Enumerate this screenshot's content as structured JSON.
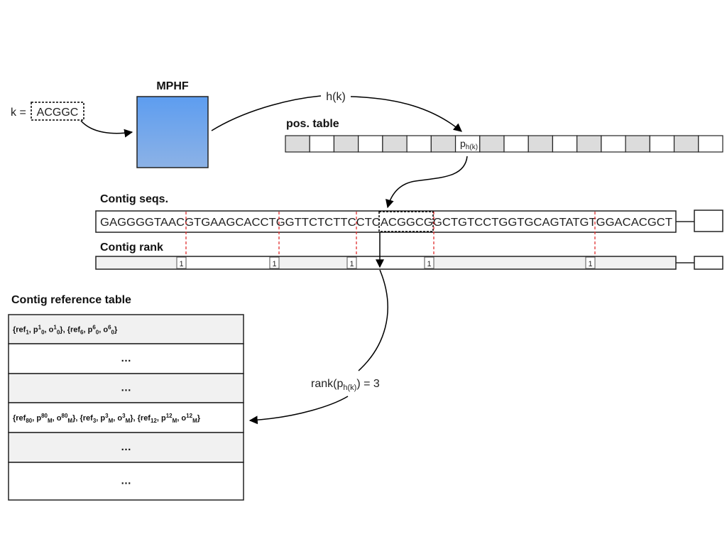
{
  "query": {
    "prefix": "k = ",
    "kmer": "ACGGC"
  },
  "mphf": {
    "title": "MPHF",
    "gradient_top": "#5d9df0",
    "gradient_bottom": "#8cb2e6"
  },
  "hash_label": "h(k)",
  "pos_table": {
    "title": "pos. table",
    "pointer_base": "p",
    "pointer_sub": "h(k)",
    "shaded_color": "#dcdcdc"
  },
  "contig_seqs": {
    "title": "Contig seqs.",
    "sequence": "GAGGGGTAACGTGAAGCACCTGGTTCTCTTCCTCACGGCGGCTGTCCTGGTGCAGTATGTGGACACGCT",
    "boundary_color": "#e03030"
  },
  "contig_rank": {
    "title": "Contig rank",
    "bit": "1",
    "fill_color": "#f1f1f1"
  },
  "rank_label": {
    "base": "rank(p",
    "sub": "h(k)",
    "suffix": ") = 3"
  },
  "ref_table": {
    "title": "Contig reference table",
    "row_colors": [
      "#f1f1f1",
      "#ffffff",
      "#f1f1f1",
      "#ffffff",
      "#f1f1f1",
      "#ffffff"
    ],
    "rows": [
      {
        "parts": [
          {
            "t": "{ref"
          },
          {
            "t": "1",
            "sub": true
          },
          {
            "t": ", p"
          },
          {
            "t": "1",
            "sup": true
          },
          {
            "t": "0",
            "sub": true
          },
          {
            "t": ", o"
          },
          {
            "t": "1",
            "sup": true
          },
          {
            "t": "0",
            "sub": true
          },
          {
            "t": "}, {ref"
          },
          {
            "t": "6",
            "sub": true
          },
          {
            "t": ", p"
          },
          {
            "t": "6",
            "sup": true
          },
          {
            "t": "0",
            "sub": true
          },
          {
            "t": ", o"
          },
          {
            "t": "6",
            "sup": true
          },
          {
            "t": "0",
            "sub": true
          },
          {
            "t": "}"
          }
        ]
      },
      {
        "parts": [
          {
            "t": "…"
          }
        ]
      },
      {
        "parts": [
          {
            "t": "…"
          }
        ]
      },
      {
        "parts": [
          {
            "t": "{ref"
          },
          {
            "t": "80",
            "sub": true
          },
          {
            "t": ", p"
          },
          {
            "t": "80",
            "sup": true
          },
          {
            "t": "M",
            "sub": true
          },
          {
            "t": ", o"
          },
          {
            "t": "80",
            "sup": true
          },
          {
            "t": "M",
            "sub": true
          },
          {
            "t": "}, {ref"
          },
          {
            "t": "3",
            "sub": true
          },
          {
            "t": ", p"
          },
          {
            "t": "3",
            "sup": true
          },
          {
            "t": "M",
            "sub": true
          },
          {
            "t": ", o"
          },
          {
            "t": "3",
            "sup": true
          },
          {
            "t": "M",
            "sub": true
          },
          {
            "t": "}, {ref"
          },
          {
            "t": "12",
            "sub": true
          },
          {
            "t": ", p"
          },
          {
            "t": "12",
            "sup": true
          },
          {
            "t": "M",
            "sub": true
          },
          {
            "t": ", o"
          },
          {
            "t": "12",
            "sup": true
          },
          {
            "t": "M",
            "sub": true
          },
          {
            "t": "}"
          }
        ]
      },
      {
        "parts": [
          {
            "t": "…"
          }
        ]
      },
      {
        "parts": [
          {
            "t": "…"
          }
        ]
      }
    ]
  }
}
